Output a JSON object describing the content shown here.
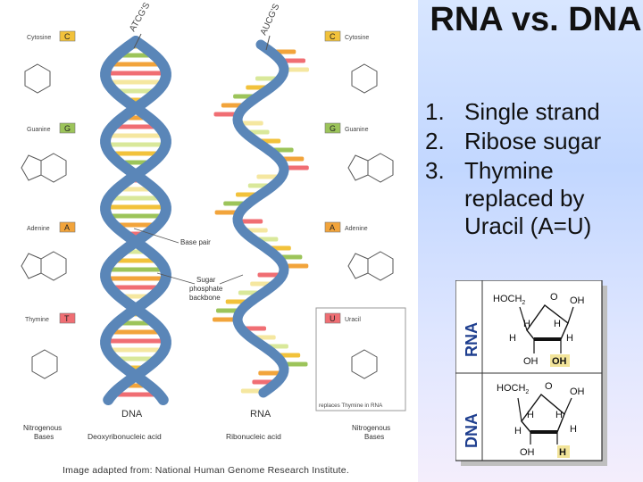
{
  "slide": {
    "title": "RNA vs. DNA",
    "points": [
      {
        "num": "1.",
        "text": "Single strand"
      },
      {
        "num": "2.",
        "text": "Ribose sugar"
      },
      {
        "num": "3.",
        "text": "Thymine replaced by Uracil (A=U)"
      }
    ]
  },
  "figure": {
    "strand_label_dna": "ATCG'S",
    "strand_label_rna": "AUCG'S",
    "bases_left": [
      {
        "name": "Cytosine",
        "code": "C",
        "color": "#f2c23b"
      },
      {
        "name": "Guanine",
        "code": "G",
        "color": "#9cc45a"
      },
      {
        "name": "Adenine",
        "code": "A",
        "color": "#f2a43b"
      },
      {
        "name": "Thymine",
        "code": "T",
        "color": "#f06e73"
      }
    ],
    "bases_right": [
      {
        "name": "Cytosine",
        "code": "C",
        "color": "#f2c23b"
      },
      {
        "name": "Guanine",
        "code": "G",
        "color": "#9cc45a"
      },
      {
        "name": "Adenine",
        "code": "A",
        "color": "#f2a43b"
      },
      {
        "name": "Uracil",
        "code": "U",
        "color": "#f06e73"
      }
    ],
    "base_pair_label": "Base pair",
    "backbone_label_1": "Sugar",
    "backbone_label_2": "phosphate",
    "backbone_label_3": "backbone",
    "replaces_note": "replaces Thymine in RNA",
    "dna_label": "DNA",
    "dna_full": "Deoxyribonucleic acid",
    "rna_label": "RNA",
    "rna_full": "Ribonucleic acid",
    "nitro_left_1": "Nitrogenous",
    "nitro_left_2": "Bases",
    "nitro_right_1": "Nitrogenous",
    "nitro_right_2": "Bases",
    "backbone_color": "#5a86b8",
    "caption": "Image adapted from: National Human Genome Research Institute."
  },
  "sugars": {
    "rna_label": "RNA",
    "dna_label": "DNA",
    "hoch2": "HOCH",
    "two": "2",
    "o": "O",
    "oh": "OH",
    "h": "H",
    "highlight_color": "#f2e49a"
  }
}
